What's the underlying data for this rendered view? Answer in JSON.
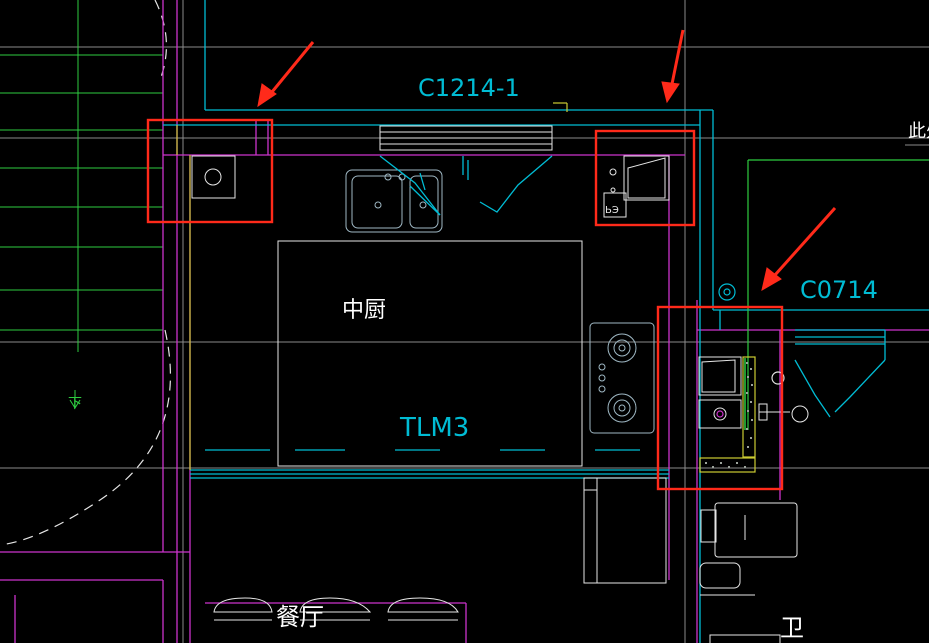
{
  "canvas": {
    "background": "#000000"
  },
  "labels": {
    "window_top": "C1214-1",
    "window_right": "C0714",
    "room_kitchen": "中厨",
    "door_tag": "TLM3",
    "room_dining": "餐厅",
    "stair_down": "下",
    "top_right_partial": "此处",
    "room_bath_partial": "卫",
    "small_mark_bottom": "ЬЭ"
  },
  "colors": {
    "cyan": "#00bcd4",
    "magenta": "#cc33cc",
    "green": "#33cc33",
    "yellow": "#cccc33",
    "white": "#e6e6e6",
    "gray": "#9a9a9a",
    "annotation_red": "#ff2a1a"
  },
  "annotations": {
    "arrows_count": 3,
    "highlight_boxes_count": 3
  }
}
